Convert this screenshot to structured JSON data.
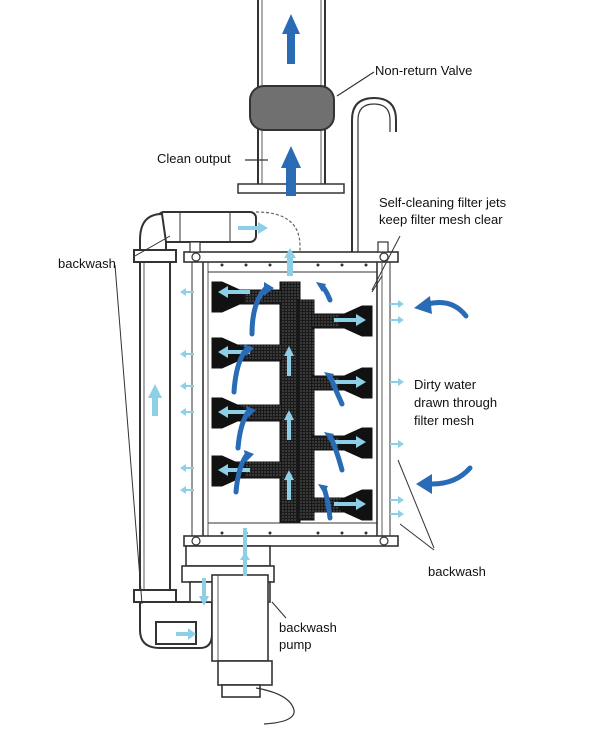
{
  "labels": {
    "non_return_valve": "Non-return Valve",
    "clean_output": "Clean output",
    "self_cleaning_line1": "Self-cleaning filter jets",
    "self_cleaning_line2": "keep filter mesh clear",
    "backwash_left": "backwash",
    "dirty_water_line1": "Dirty water",
    "dirty_water_line2": "drawn through",
    "dirty_water_line3": "filter mesh",
    "backwash_right": "backwash",
    "backwash_pump_line1": "backwash",
    "backwash_pump_line2": "pump"
  },
  "colors": {
    "flow_arrow": "#2a6bb5",
    "jet_arrow": "#8ecfe8",
    "outline": "#333333",
    "valve": "#707070",
    "filter_body": "#111111"
  }
}
